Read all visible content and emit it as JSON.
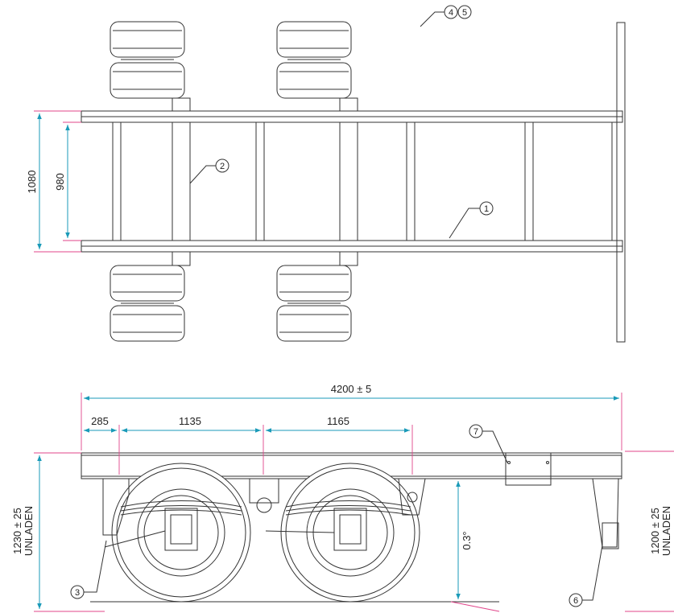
{
  "dimensions": {
    "overall_length": "4200 ± 5",
    "d285": "285",
    "d1135": "1135",
    "d1165": "1165",
    "width_outer": "1080",
    "width_inner": "980",
    "height_front": "1230 ± 25",
    "height_front_note": "UNLADEN",
    "height_rear": "1200 ± 25",
    "height_rear_note": "UNLADEN",
    "angle": "0.3°"
  },
  "balloons": {
    "b1": "1",
    "b2": "2",
    "b3": "3",
    "b4": "4",
    "b5": "5",
    "b6": "6",
    "b7": "7"
  },
  "colors": {
    "dimension_line": "#1a9ab8",
    "extension_line": "#e0458a",
    "outline": "#333333"
  }
}
